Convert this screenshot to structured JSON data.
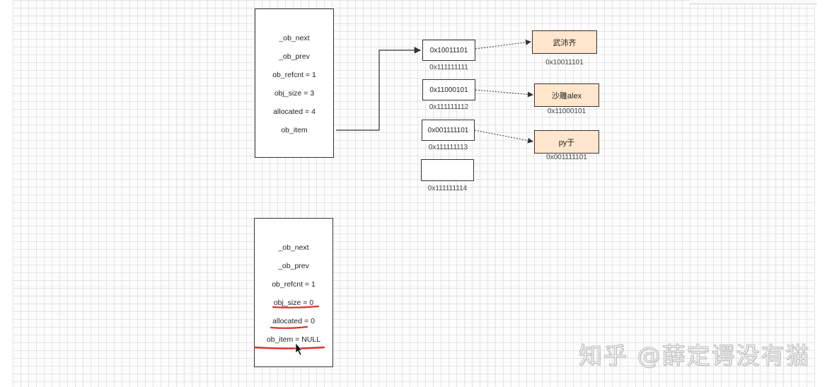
{
  "struct_top": {
    "fields": [
      "_ob_next",
      "_ob_prev",
      "ob_refcnt = 1",
      "obj_size = 3",
      "allocated = 4",
      "ob_item"
    ]
  },
  "struct_bottom": {
    "fields": [
      "_ob_next",
      "_ob_prev",
      "ob_refcnt = 1",
      "obj_size = 0",
      "allocated = 0",
      "ob_item = NULL"
    ]
  },
  "pointer_array": [
    {
      "value": "0x10011101",
      "address": "0x111111111"
    },
    {
      "value": "0x11000101",
      "address": "0x111111112"
    },
    {
      "value": "0x001111101",
      "address": "0x111111113"
    },
    {
      "value": "",
      "address": "0x111111114"
    }
  ],
  "objects": [
    {
      "label": "武沛齐",
      "address": "0x10011101"
    },
    {
      "label": "沙雕alex",
      "address": "0x11000101"
    },
    {
      "label": "py于",
      "address": "0x001111101"
    }
  ],
  "colors": {
    "object_fill": "#ffe6cc",
    "underline": "#e0302a",
    "grid": "#e4e4e4"
  },
  "watermark": "知乎 @薛定谔没有猫"
}
